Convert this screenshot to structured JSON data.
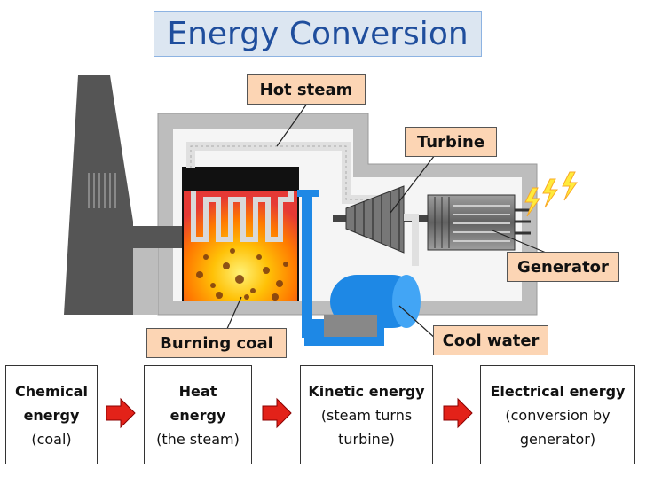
{
  "title": "Energy Conversion",
  "labels": {
    "hot_steam": "Hot steam",
    "turbine": "Turbine",
    "generator": "Generator",
    "burning_coal": "Burning coal",
    "cool_water": "Cool water"
  },
  "stages": [
    {
      "line1": "Chemical",
      "line2": "energy",
      "line3": "(coal)"
    },
    {
      "line1": "Heat",
      "line2": "energy",
      "line3": "(the steam)"
    },
    {
      "line1": "Kinetic energy",
      "line2": "(steam turns",
      "line3": "turbine)"
    },
    {
      "line1": "Electrical energy",
      "line2": "(conversion by",
      "line3": "generator)"
    }
  ],
  "colors": {
    "arrow": "#e32219",
    "water": "#1e88e5",
    "fire": "#ff8c00",
    "label_fill": "#fcd5b4",
    "title_fill": "#dce6f1",
    "title_text": "#1f4e9d",
    "plant_gray": "#bdbdbd",
    "chimney": "#555555"
  },
  "icons": [
    "lightning-icon",
    "arrow-right-icon",
    "chimney-icon",
    "turbine-icon",
    "generator-icon",
    "fire-icon"
  ]
}
